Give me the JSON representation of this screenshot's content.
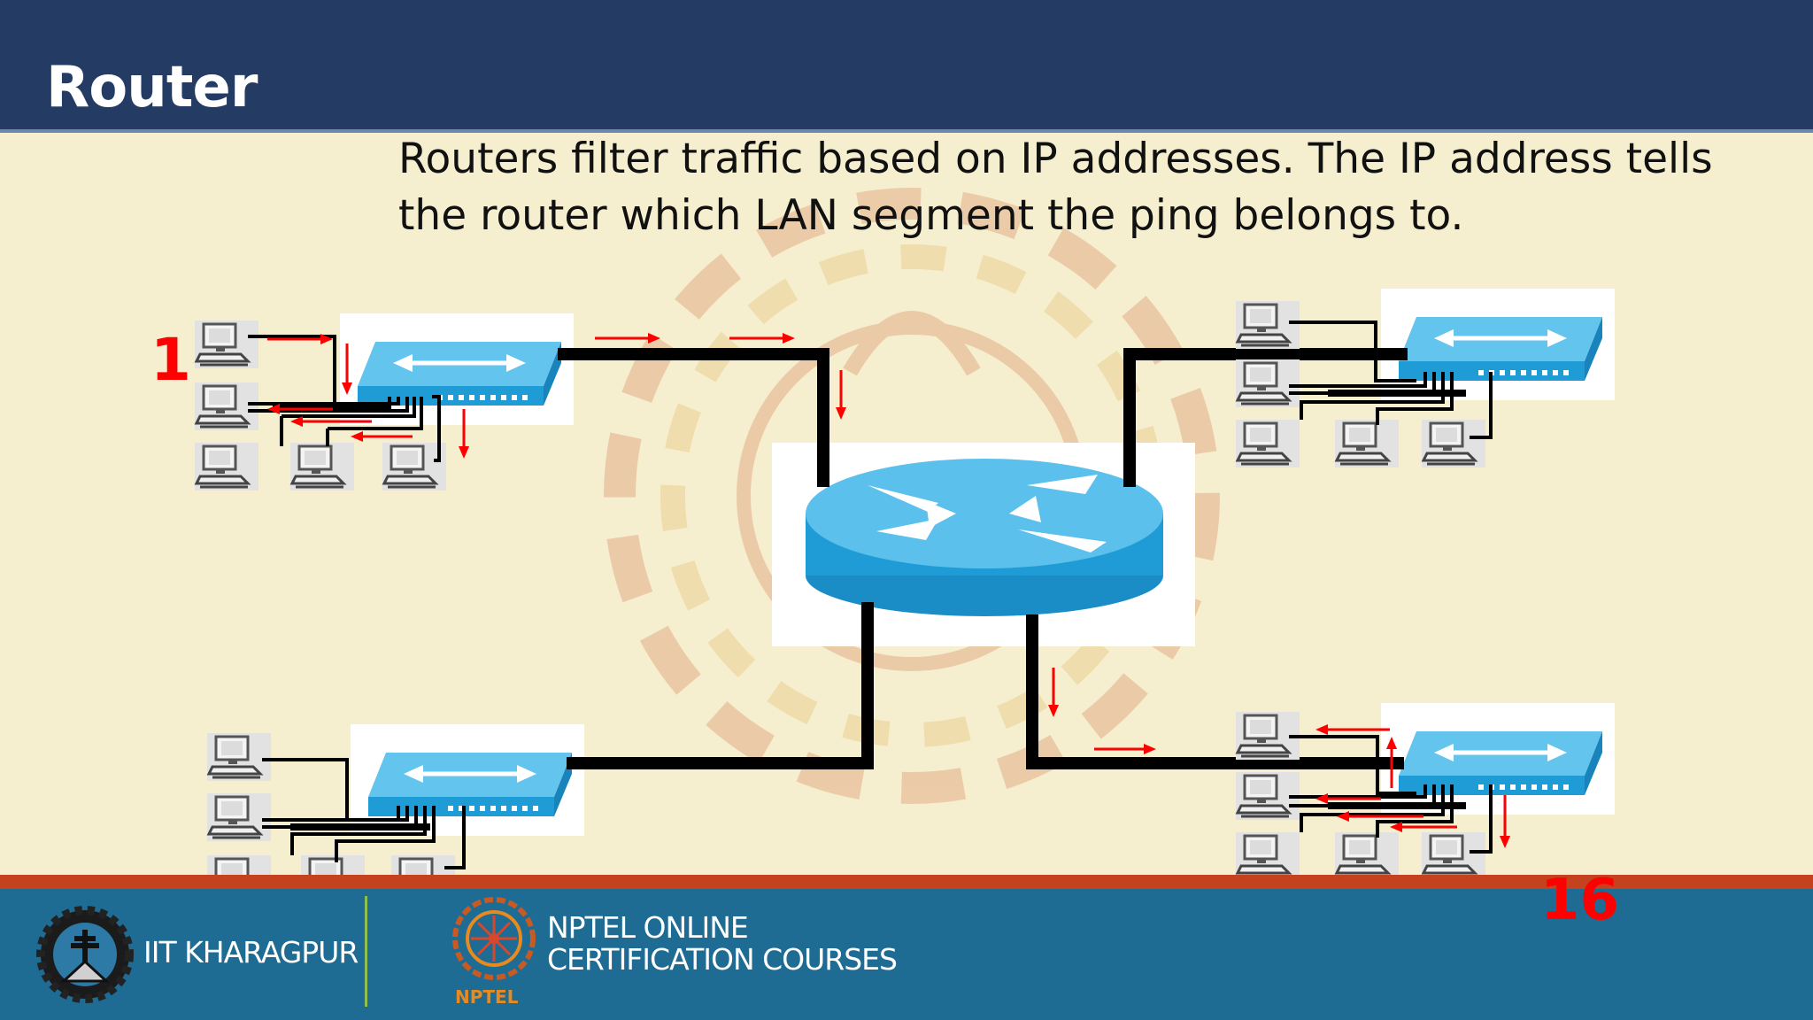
{
  "slide": {
    "title": "Router",
    "description_lines": [
      "Routers filter traffic based on IP addresses. The IP address tells",
      "the router which LAN segment the ping belongs to."
    ]
  },
  "diagram": {
    "labels": {
      "first_segment": "1",
      "last_segment": "16"
    },
    "colors": {
      "wire": "#000000",
      "arrow": "#ff0000",
      "device_blue": "#1f9bd6",
      "device_top": "#63c4ee",
      "pc_gray": "#c9c9c9"
    },
    "icons": [
      "router-icon",
      "switch-icon",
      "computer-icon",
      "arrow-icon"
    ]
  },
  "footer": {
    "institute": "IIT KHARAGPUR",
    "nptel_line1": "NPTEL ONLINE",
    "nptel_line2": "CERTIFICATION COURSES",
    "nptel_small": "NPTEL",
    "colors": {
      "band": "#1e6b93",
      "stripe": "#c4421e",
      "divider": "#8fbf4c"
    }
  }
}
